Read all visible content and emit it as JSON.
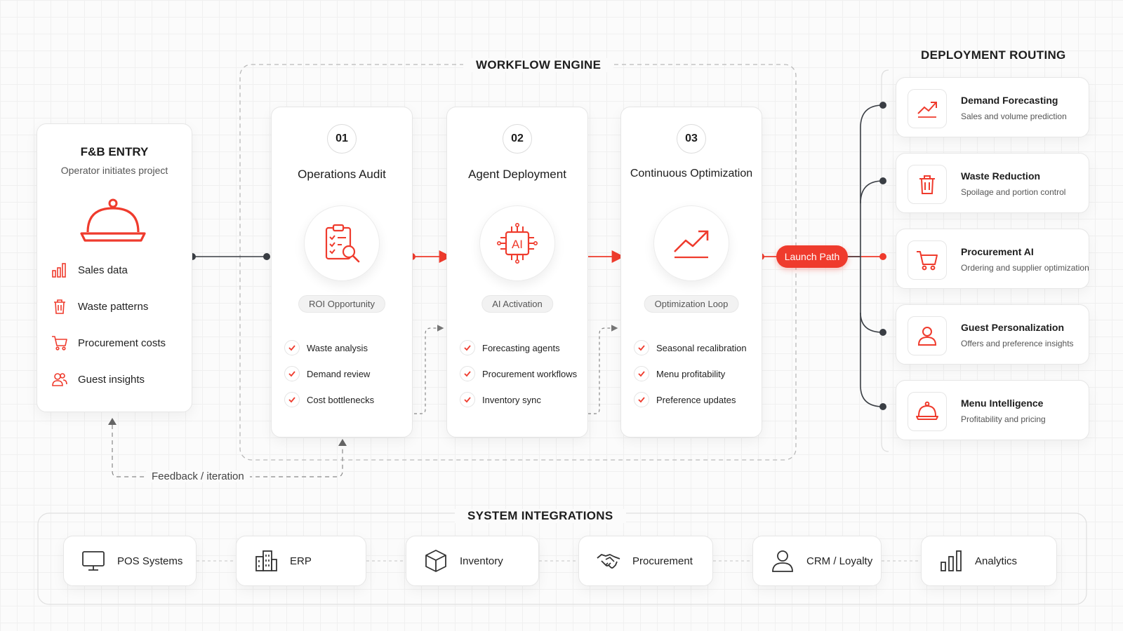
{
  "colors": {
    "accent": "#ef3b2d",
    "dark": "#2f3338",
    "line": "#999999"
  },
  "workflow_engine": {
    "title": "WORKFLOW ENGINE"
  },
  "entry": {
    "title": "F&B ENTRY",
    "subtitle": "Operator initiates project",
    "icon": "cloche-icon",
    "items": [
      {
        "icon": "bar-chart-icon",
        "label": "Sales data"
      },
      {
        "icon": "trash-icon",
        "label": "Waste patterns"
      },
      {
        "icon": "cart-icon",
        "label": "Procurement costs"
      },
      {
        "icon": "users-icon",
        "label": "Guest insights"
      }
    ]
  },
  "steps": [
    {
      "num": "01",
      "title": "Operations Audit",
      "icon": "clipboard-search-icon",
      "pill": "ROI Opportunity",
      "checks": [
        "Waste analysis",
        "Demand review",
        "Cost bottlenecks"
      ]
    },
    {
      "num": "02",
      "title": "Agent Deployment",
      "icon": "ai-chip-icon",
      "icon_text": "AI",
      "pill": "AI Activation",
      "checks": [
        "Forecasting agents",
        "Procurement workflows",
        "Inventory sync"
      ]
    },
    {
      "num": "03",
      "title": "Continuous Optimization",
      "icon": "trend-up-icon",
      "pill": "Optimization Loop",
      "checks": [
        "Seasonal recalibration",
        "Menu profitability",
        "Preference updates"
      ]
    }
  ],
  "launch": {
    "label": "Launch Path"
  },
  "feedback": {
    "label": "Feedback / iteration"
  },
  "routing": {
    "title": "DEPLOYMENT ROUTING",
    "items": [
      {
        "icon": "trend-up-icon",
        "title": "Demand Forecasting",
        "subtitle": "Sales and volume prediction"
      },
      {
        "icon": "trash-icon",
        "title": "Waste Reduction",
        "subtitle": "Spoilage and portion control"
      },
      {
        "icon": "cart-icon",
        "title": "Procurement AI",
        "subtitle": "Ordering and supplier optimization"
      },
      {
        "icon": "user-icon",
        "title": "Guest Personalization",
        "subtitle": "Offers and preference insights"
      },
      {
        "icon": "cloche-icon",
        "title": "Menu Intelligence",
        "subtitle": "Profitability and pricing"
      }
    ]
  },
  "integrations": {
    "title": "SYSTEM INTEGRATIONS",
    "items": [
      {
        "icon": "monitor-icon",
        "label": "POS Systems"
      },
      {
        "icon": "building-icon",
        "label": "ERP"
      },
      {
        "icon": "box-icon",
        "label": "Inventory"
      },
      {
        "icon": "handshake-icon",
        "label": "Procurement"
      },
      {
        "icon": "user-icon",
        "label": "CRM / Loyalty"
      },
      {
        "icon": "bar-chart-icon",
        "label": "Analytics"
      }
    ]
  }
}
